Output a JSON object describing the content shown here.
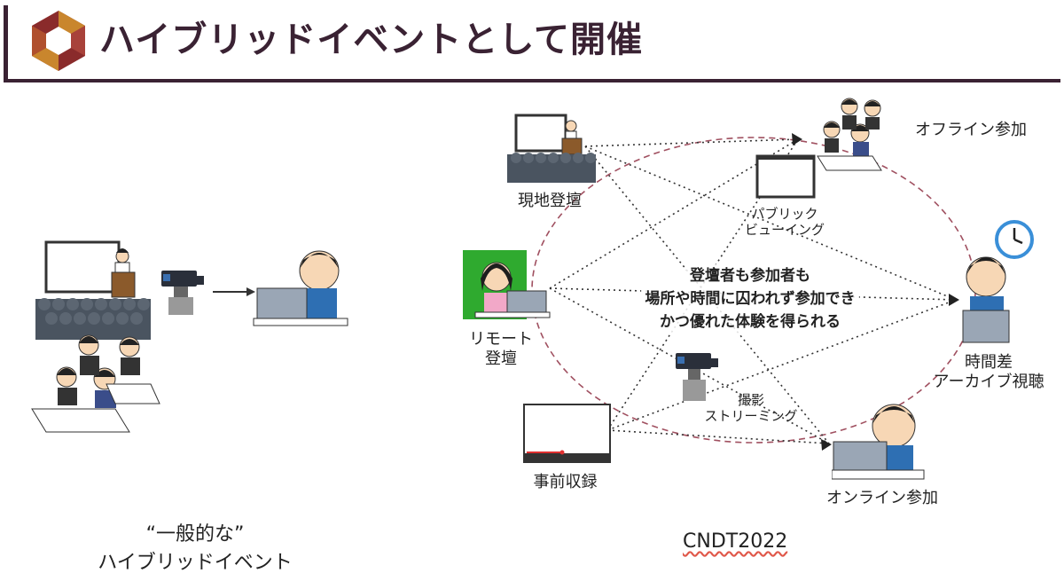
{
  "header": {
    "title": "ハイブリッドイベントとして開催",
    "logo_colors": [
      "#8a2b2b",
      "#c9862d",
      "#e6c07a"
    ],
    "accent": "#3a2233"
  },
  "left": {
    "caption_line1": "“一般的な”",
    "caption_line2": "ハイブリッドイベント"
  },
  "right": {
    "nodes": {
      "onsite": "現地登壇",
      "remote_line1": "リモート",
      "remote_line2": "登壇",
      "prerecorded": "事前収録",
      "offline": "オフライン参加",
      "public_viewing_line1": "パブリック",
      "public_viewing_line2": "ビューイング",
      "time_shift_line1": "時間差",
      "time_shift_line2": "アーカイブ視聴",
      "online": "オンライン参加",
      "streaming_line1": "撮影",
      "streaming_line2": "ストリーミング"
    },
    "message": [
      "登壇者も参加者も",
      "場所や時間に囚われず参加でき",
      "かつ優れた体験を得られる"
    ],
    "footer": "CNDT2022",
    "colors": {
      "ellipse": "#a05060",
      "dotted": "#333333",
      "skin": "#f7d7b5",
      "hair": "#1e1e1e",
      "shirt": "#2e6fb3",
      "screen_green": "#2faa2f"
    }
  }
}
